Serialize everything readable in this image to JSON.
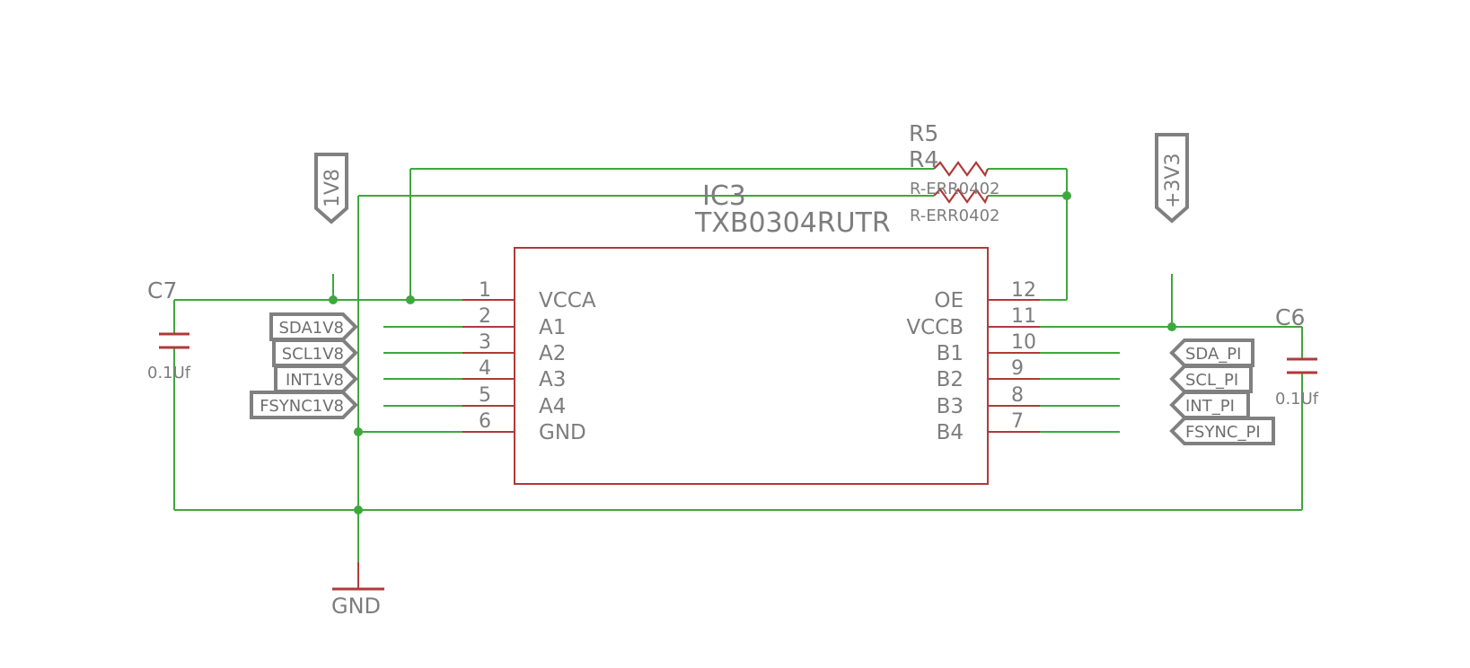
{
  "ic": {
    "name": "IC3",
    "part": "TXB0304RUTR",
    "left_pins": [
      {
        "num": "1",
        "name": "VCCA"
      },
      {
        "num": "2",
        "name": "A1"
      },
      {
        "num": "3",
        "name": "A2"
      },
      {
        "num": "4",
        "name": "A3"
      },
      {
        "num": "5",
        "name": "A4"
      },
      {
        "num": "6",
        "name": "GND"
      }
    ],
    "right_pins": [
      {
        "num": "12",
        "name": "OE"
      },
      {
        "num": "11",
        "name": "VCCB"
      },
      {
        "num": "10",
        "name": "B1"
      },
      {
        "num": "9",
        "name": "B2"
      },
      {
        "num": "8",
        "name": "B3"
      },
      {
        "num": "7",
        "name": "B4"
      }
    ]
  },
  "resistors": [
    {
      "name": "R5",
      "value": "R-ERR0402"
    },
    {
      "name": "R4",
      "value": "R-ERR0402"
    }
  ],
  "capacitors": [
    {
      "name": "C7",
      "value": "0.1Uf"
    },
    {
      "name": "C6",
      "value": "0.1Uf"
    }
  ],
  "power": {
    "left": "1V8",
    "right": "+3V3",
    "ground": "GND"
  },
  "net_labels_left": [
    "SDA1V8",
    "SCL1V8",
    "INT1V8",
    "FSYNC1V8"
  ],
  "net_labels_right": [
    "SDA_PI",
    "SCL_PI",
    "INT_PI",
    "FSYNC_PI"
  ],
  "colors": {
    "wire": "#3ea83e",
    "component": "#b03a3a",
    "label_outline": "#808080",
    "text": "#7d7d7d"
  }
}
